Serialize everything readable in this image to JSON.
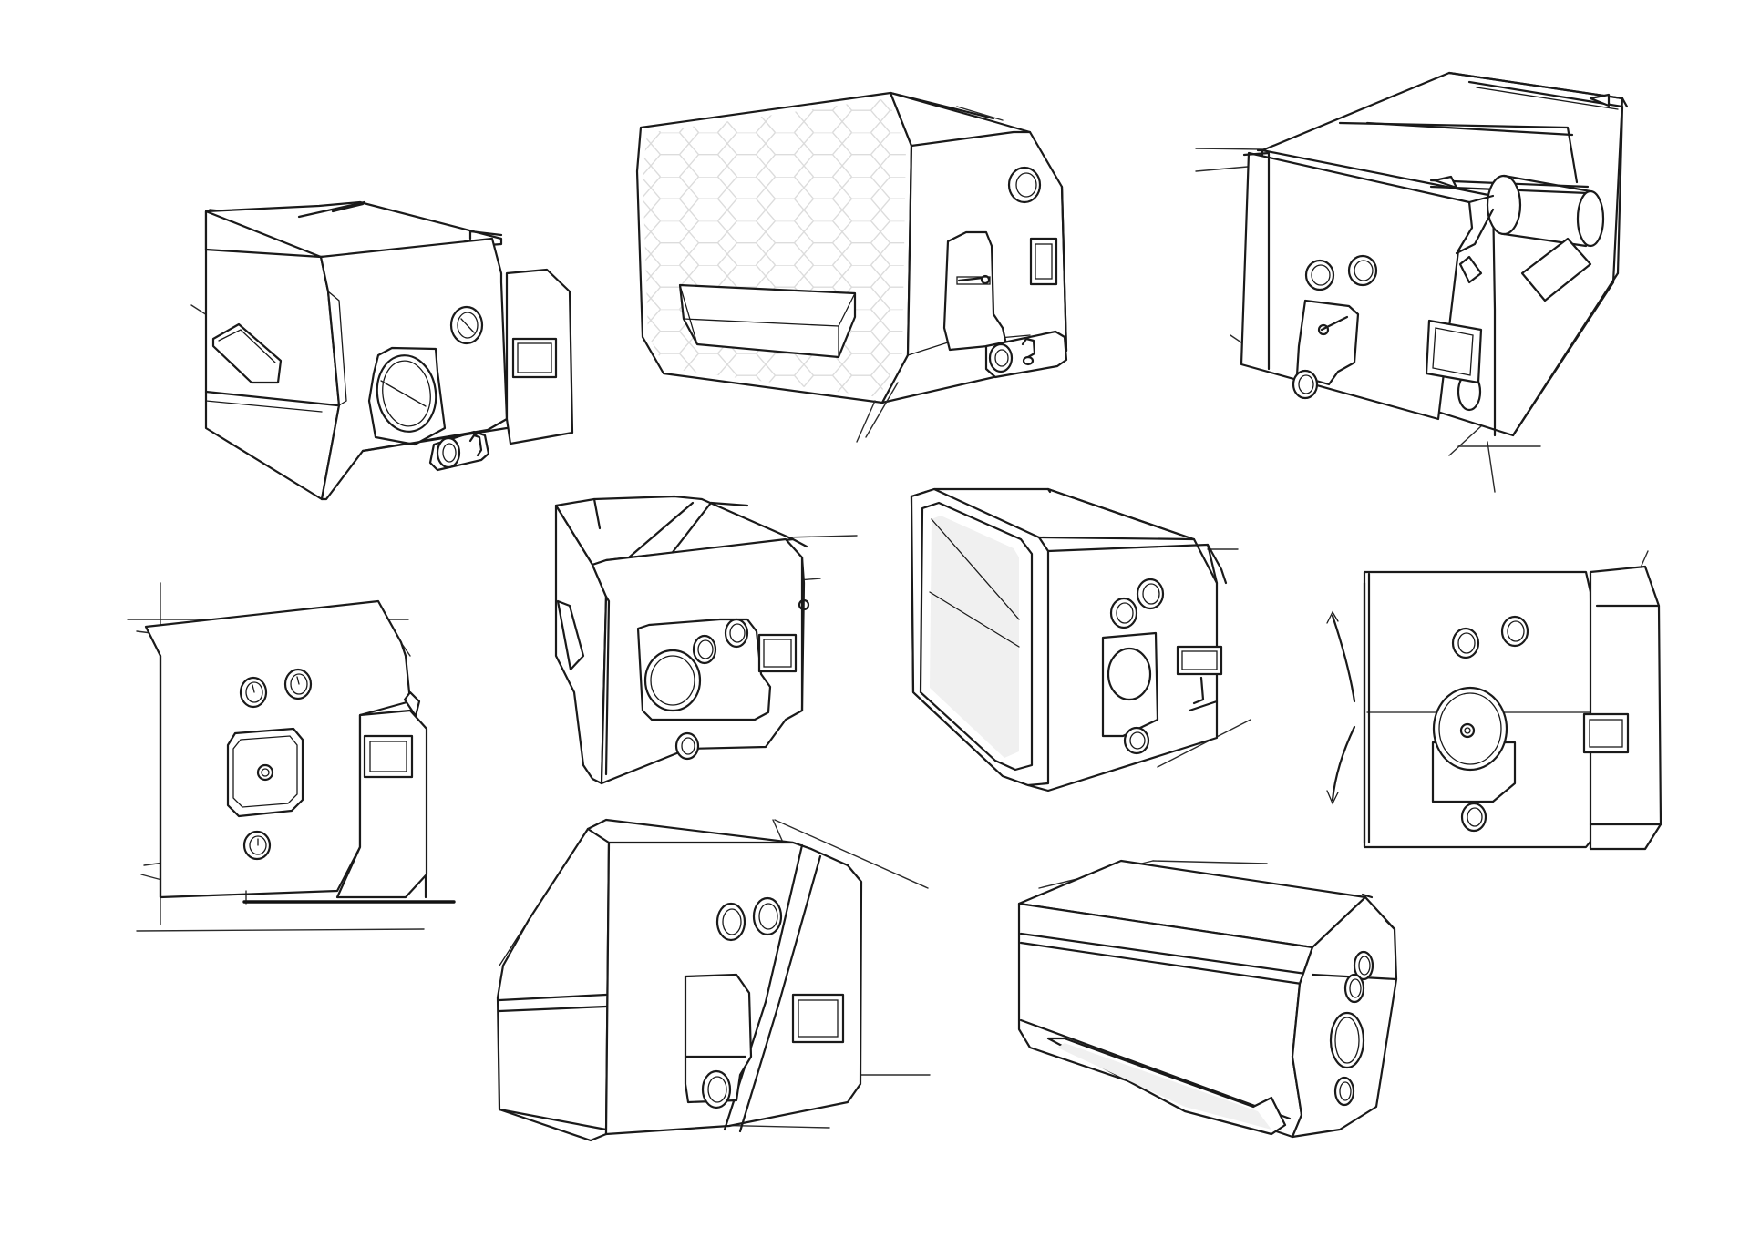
{
  "sheet": {
    "background": "#ffffff",
    "ink": "#1a1a1a",
    "pattern_color": "#dcdcdc"
  },
  "sketches": [
    {
      "name": "unit-top-left",
      "view": "three-quarter-front",
      "icons": [
        "gauge-icon",
        "viewport-window-icon",
        "valve-icon",
        "display-panel-icon",
        "side-handle-icon"
      ]
    },
    {
      "name": "unit-top-center",
      "view": "three-quarter-side",
      "icons": [
        "hexagon-pattern-panel",
        "handle-icon",
        "gauge-icon",
        "lever-panel-icon",
        "display-panel-icon",
        "valve-icon"
      ]
    },
    {
      "name": "unit-top-right",
      "view": "three-quarter-open-frame",
      "icons": [
        "gauge-icon",
        "lever-panel-icon",
        "display-panel-icon",
        "roller-icon"
      ]
    },
    {
      "name": "unit-middle-left",
      "view": "front-elevation",
      "icons": [
        "gauge-icon",
        "center-plate-icon",
        "display-panel-icon"
      ]
    },
    {
      "name": "unit-middle-center",
      "view": "three-quarter-front",
      "icons": [
        "gauge-icon",
        "viewport-window-icon",
        "display-panel-icon"
      ]
    },
    {
      "name": "unit-middle-right-center",
      "view": "three-quarter-open-front",
      "icons": [
        "gauge-icon",
        "viewport-window-icon",
        "display-panel-icon"
      ]
    },
    {
      "name": "unit-middle-right",
      "view": "front-elevation-rotating",
      "icons": [
        "gauge-icon",
        "rotary-knob-icon",
        "display-panel-icon",
        "rotation-arrow-icon"
      ]
    },
    {
      "name": "unit-bottom-left",
      "view": "three-quarter-front",
      "icons": [
        "gauge-icon",
        "lever-panel-icon",
        "display-panel-icon"
      ]
    },
    {
      "name": "unit-bottom-right",
      "view": "three-quarter-rear",
      "icons": [
        "gauge-icon",
        "viewport-window-icon"
      ]
    }
  ]
}
